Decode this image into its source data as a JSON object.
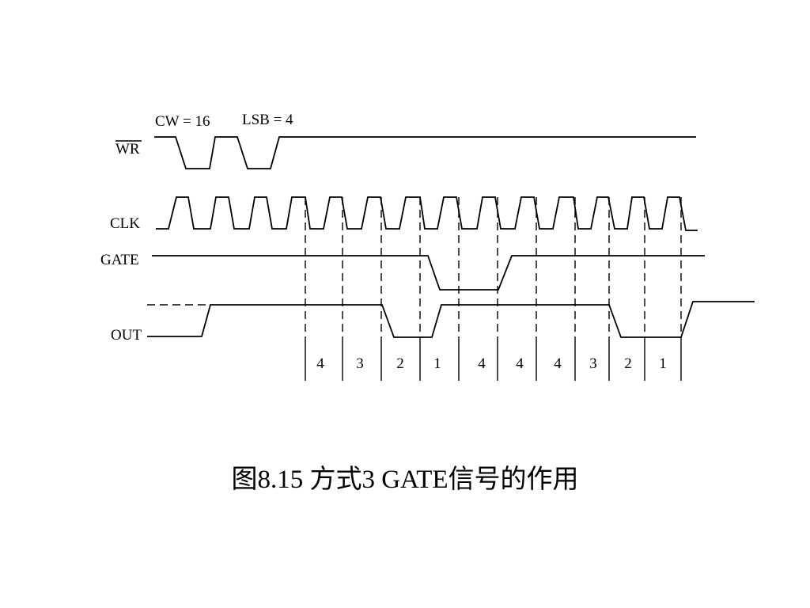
{
  "signals": {
    "wr": "WR",
    "clk": "CLK",
    "gate": "GATE",
    "out": "OUT"
  },
  "annotations": {
    "cw": "CW = 16",
    "lsb": "LSB = 4"
  },
  "counts": [
    "4",
    "3",
    "2",
    "1",
    "4",
    "4",
    "4",
    "3",
    "2",
    "1"
  ],
  "caption": "图8.15  方式3  GATE信号的作用"
}
